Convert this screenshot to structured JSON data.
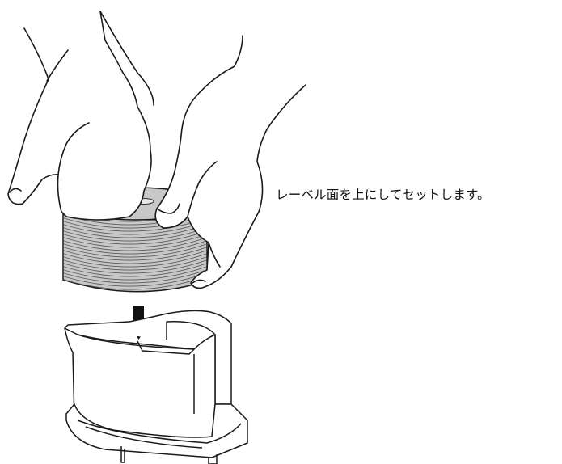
{
  "instruction": {
    "caption": "レーベル面を上にしてセットします。"
  },
  "colors": {
    "line": "#1a1a1a",
    "disc_fill": "#c8c8c8",
    "disc_edge_line": "#5a5a5a",
    "skin_fill": "#ffffff",
    "arrow_fill": "#111111",
    "background": "#ffffff"
  },
  "figure": {
    "items": [
      "hand-left",
      "hand-right",
      "disc-stack",
      "down-arrow",
      "spindle-holder"
    ]
  }
}
